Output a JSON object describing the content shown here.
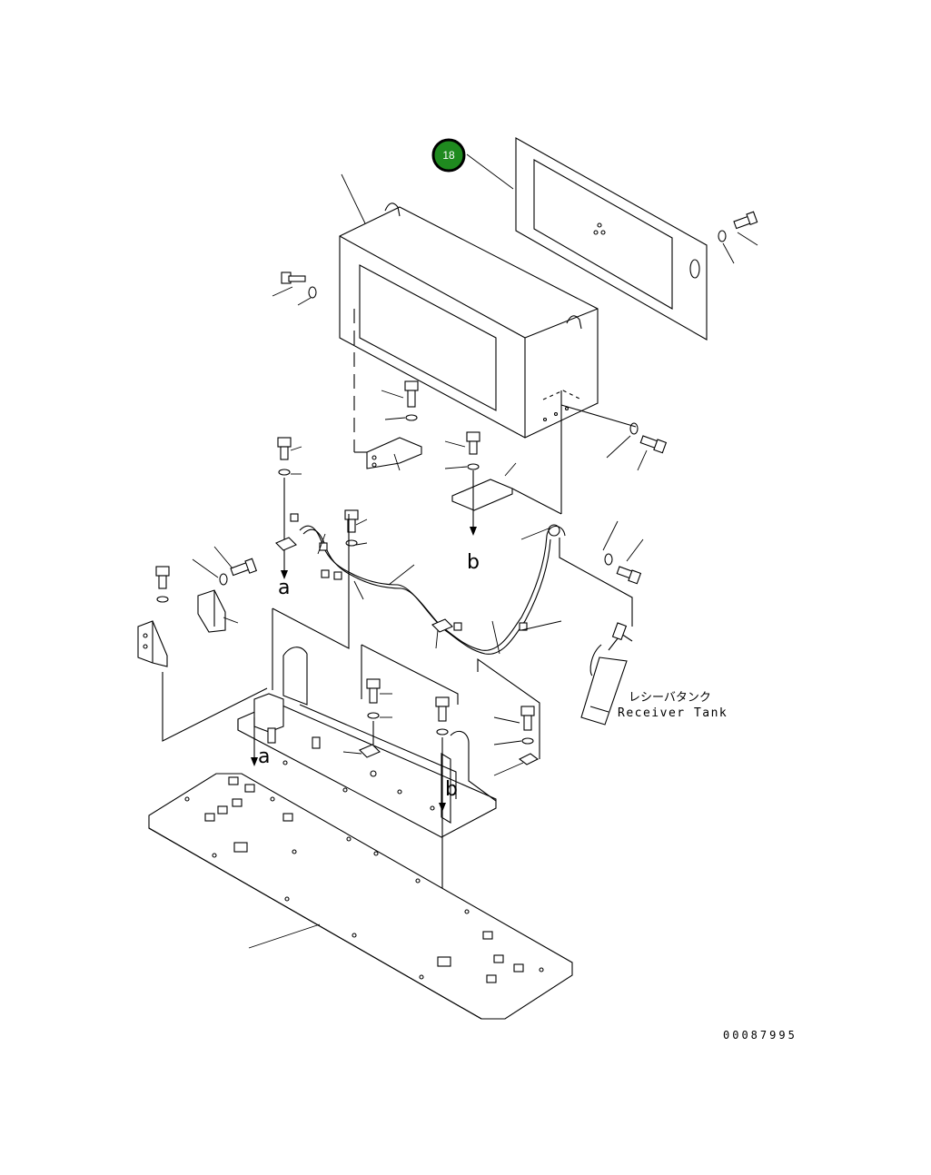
{
  "callout": {
    "number": "18",
    "color": "#1f8a1f",
    "text_color": "#ffffff"
  },
  "labels": {
    "receiver_jp": "レシーバタンク",
    "receiver_en": "Receiver Tank",
    "ref_a1": "a",
    "ref_a2": "a",
    "ref_b1": "b",
    "ref_b2": "b"
  },
  "drawing_number": "00087995"
}
